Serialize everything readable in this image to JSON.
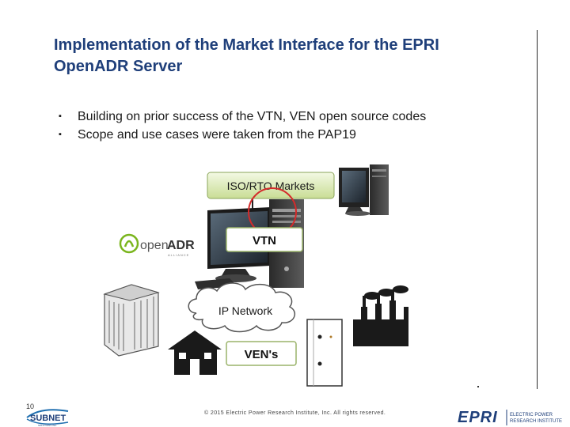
{
  "slide": {
    "title": "Implementation of the Market Interface for the EPRI OpenADR Server",
    "bullets": [
      "Building on prior success of the VTN, VEN open source codes",
      "Scope and use cases were taken from the PAP19"
    ],
    "bullet_marker": "▪",
    "page_number": "10",
    "copyright": "© 2015 Electric Power Research Institute, Inc. All rights reserved."
  },
  "diagram": {
    "iso_label": "ISO/RTO Markets",
    "vtn_label": "VTN",
    "network_label": "IP Network",
    "ven_label": "VEN's",
    "openadr_logo": {
      "prefix": "open",
      "suffix": "ADR",
      "tagline": "ALLIANCE"
    }
  },
  "logos": {
    "subnet": {
      "name": "SUBNET",
      "tagline": "SOLUTIONS INC."
    },
    "epri": {
      "mark": "EPRI",
      "line1": "ELECTRIC POWER",
      "line2": "RESEARCH INSTITUTE"
    }
  },
  "colors": {
    "title": "#1f3f7a",
    "iso_box_top": "#f3f9e4",
    "iso_box_bottom": "#c9dd95",
    "highlight_circle": "#d42a2a",
    "openadr_green": "#7ab51d",
    "epri_blue": "#1f3f7a"
  }
}
